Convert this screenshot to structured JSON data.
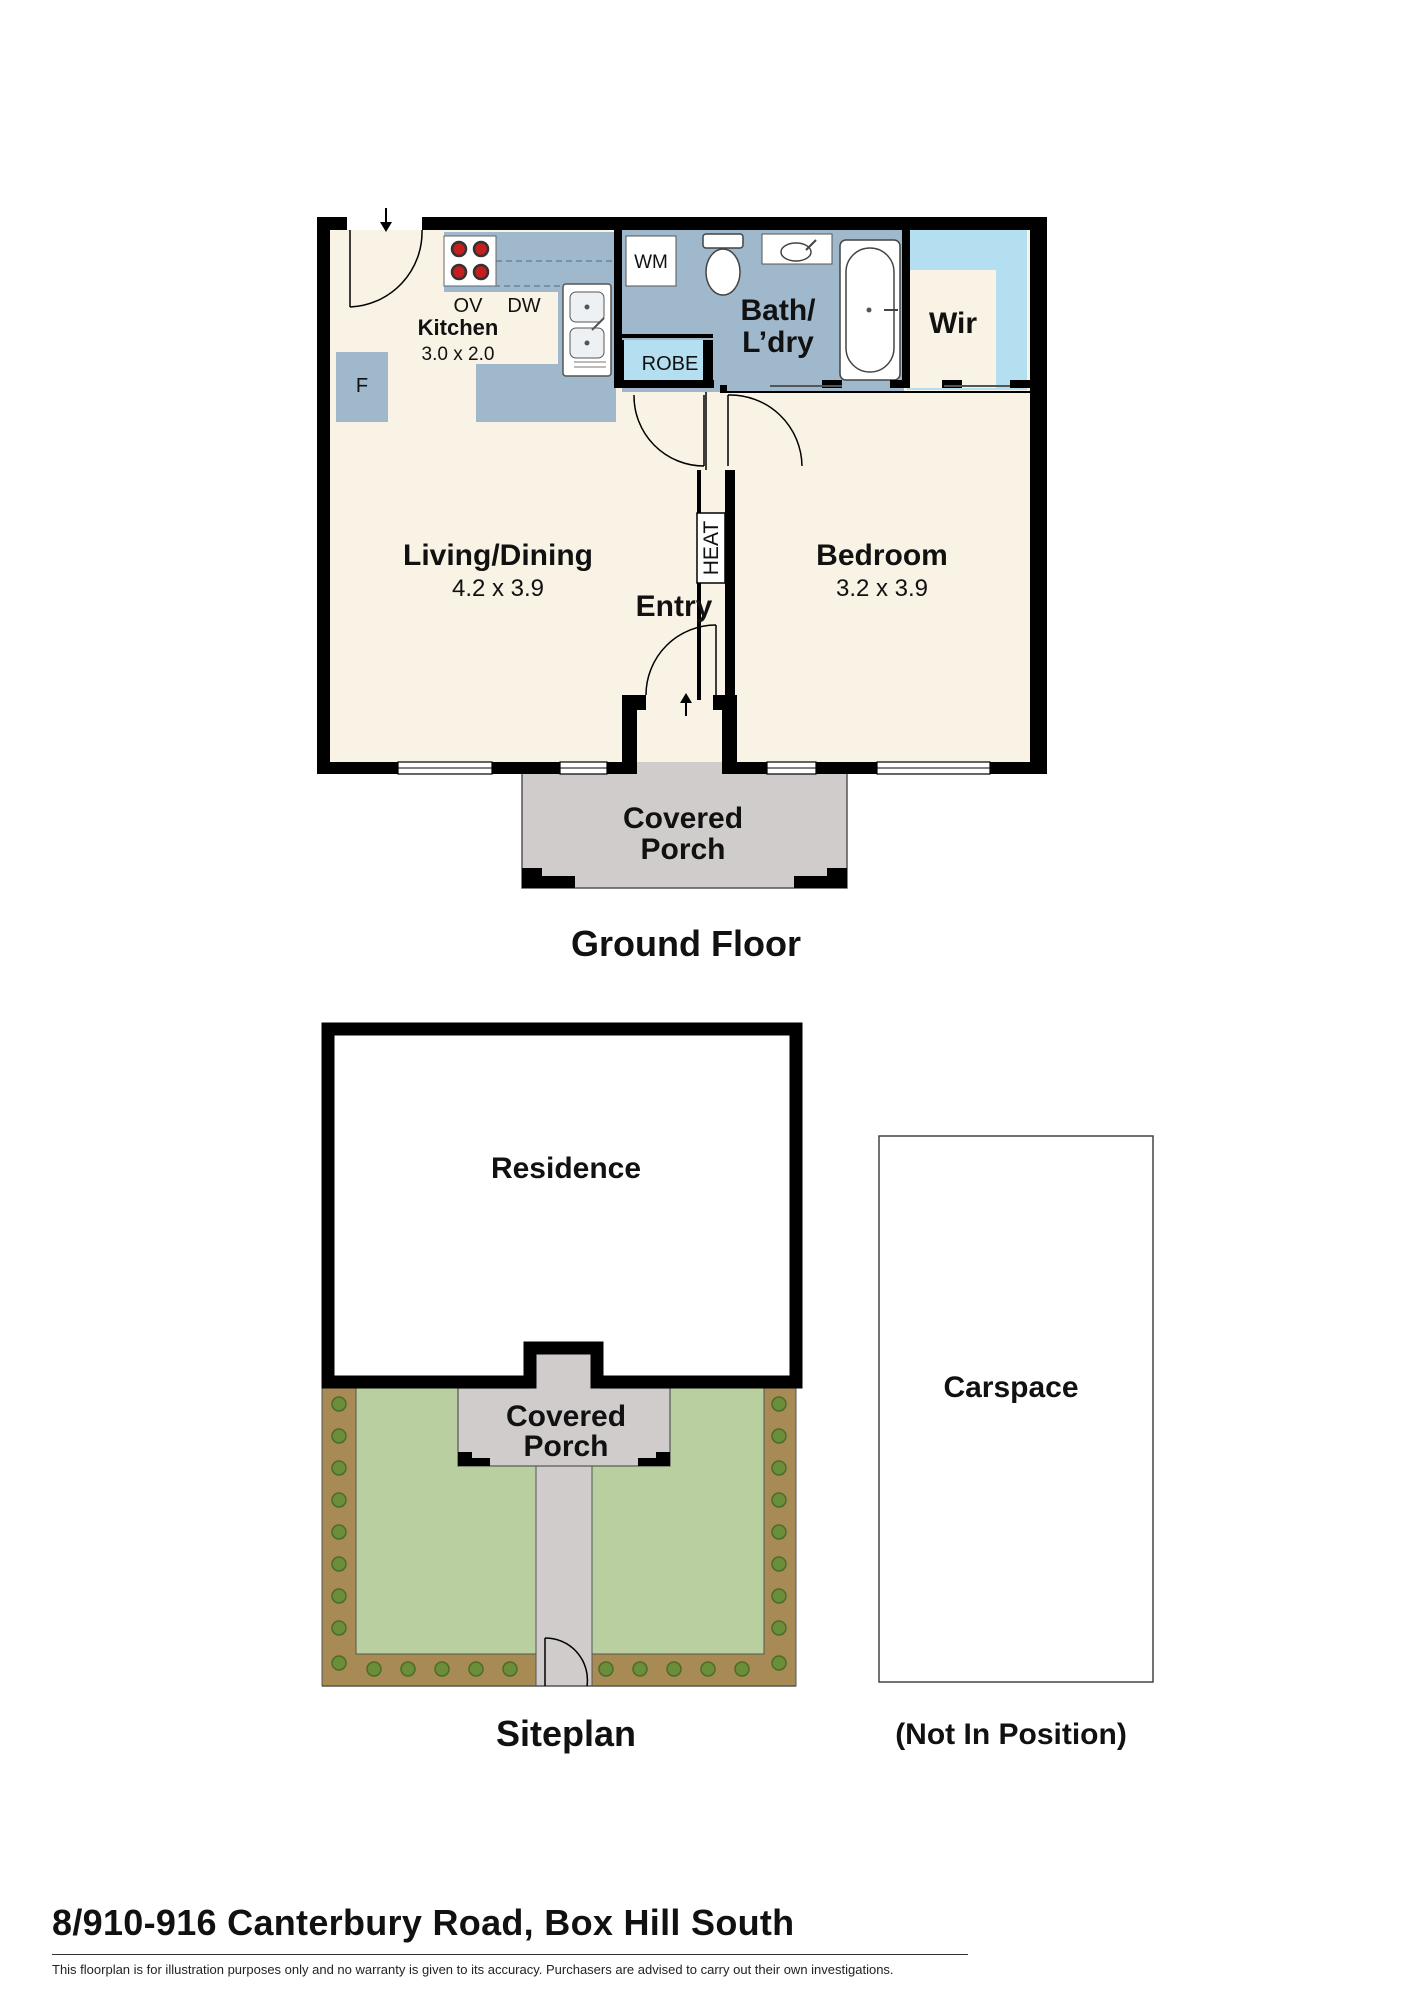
{
  "ground_floor": {
    "title": "Ground Floor",
    "rooms": {
      "kitchen": {
        "name": "Kitchen",
        "size": "3.0 x 2.0"
      },
      "living": {
        "name": "Living/Dining",
        "size": "4.2 x 3.9"
      },
      "bedroom": {
        "name": "Bedroom",
        "size": "3.2 x 3.9"
      },
      "bath": {
        "name_line1": "Bath/",
        "name_line2": "L’dry"
      },
      "wir": {
        "name": "Wir"
      },
      "robe": {
        "name": "ROBE"
      },
      "entry": {
        "name": "Entry"
      },
      "porch": {
        "line1": "Covered",
        "line2": "Porch"
      }
    },
    "fixtures": {
      "wm": "WM",
      "oven": "OV",
      "dishwasher": "DW",
      "fridge": "F",
      "heater": "HEAT"
    }
  },
  "siteplan": {
    "title": "Siteplan",
    "residence": "Residence",
    "porch_line1": "Covered",
    "porch_line2": "Porch",
    "carspace": "Carspace",
    "carspace_note": "(Not In Position)"
  },
  "colors": {
    "wall": "#000000",
    "floor": "#f9f3e5",
    "wet_area": "#9fb8cc",
    "robe": "#b4dff0",
    "porch": "#d0cccc",
    "lawn": "#b9cf9f",
    "garden_bed": "#a88a55",
    "shrub": "#6b8e3a"
  },
  "footer": {
    "address": "8/910-916 Canterbury Road, Box Hill South",
    "disclaimer": "This floorplan is for illustration purposes only and no warranty is given to its accuracy. Purchasers are advised to carry out their own investigations."
  }
}
